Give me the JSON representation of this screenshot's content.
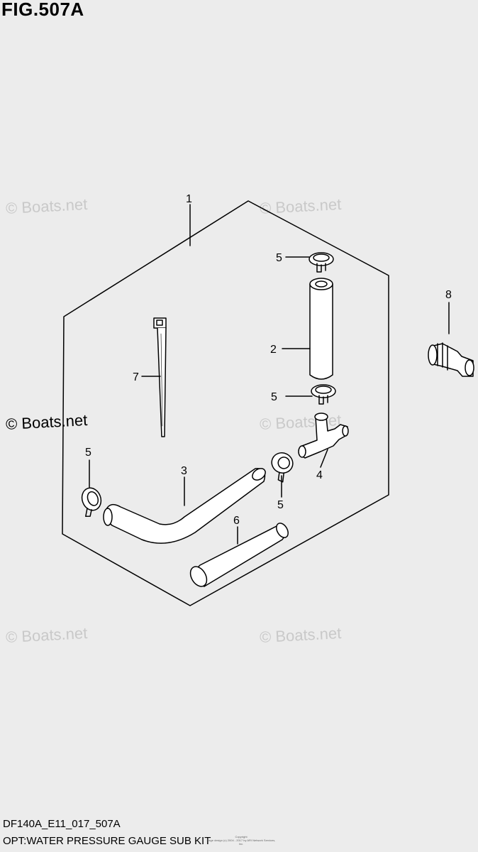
{
  "figure": {
    "title": "FIG.507A",
    "model_code": "DF140A_E11_017_507A",
    "caption": "OPT:WATER PRESSURE GAUGE SUB KIT"
  },
  "watermark": "© Boats.net",
  "copyright_note": {
    "line1": "Copyright",
    "line2": "Page design (c) 2004 - 2017 by ARI Network Services, Inc."
  },
  "callouts": [
    {
      "num": "1",
      "part": "kit"
    },
    {
      "num": "2",
      "part": "hose-straight"
    },
    {
      "num": "3",
      "part": "hose-bent"
    },
    {
      "num": "4",
      "part": "t-joint"
    },
    {
      "num": "5",
      "part": "clip"
    },
    {
      "num": "6",
      "part": "hose-short"
    },
    {
      "num": "7",
      "part": "cable-tie"
    },
    {
      "num": "8",
      "part": "plug"
    }
  ]
}
